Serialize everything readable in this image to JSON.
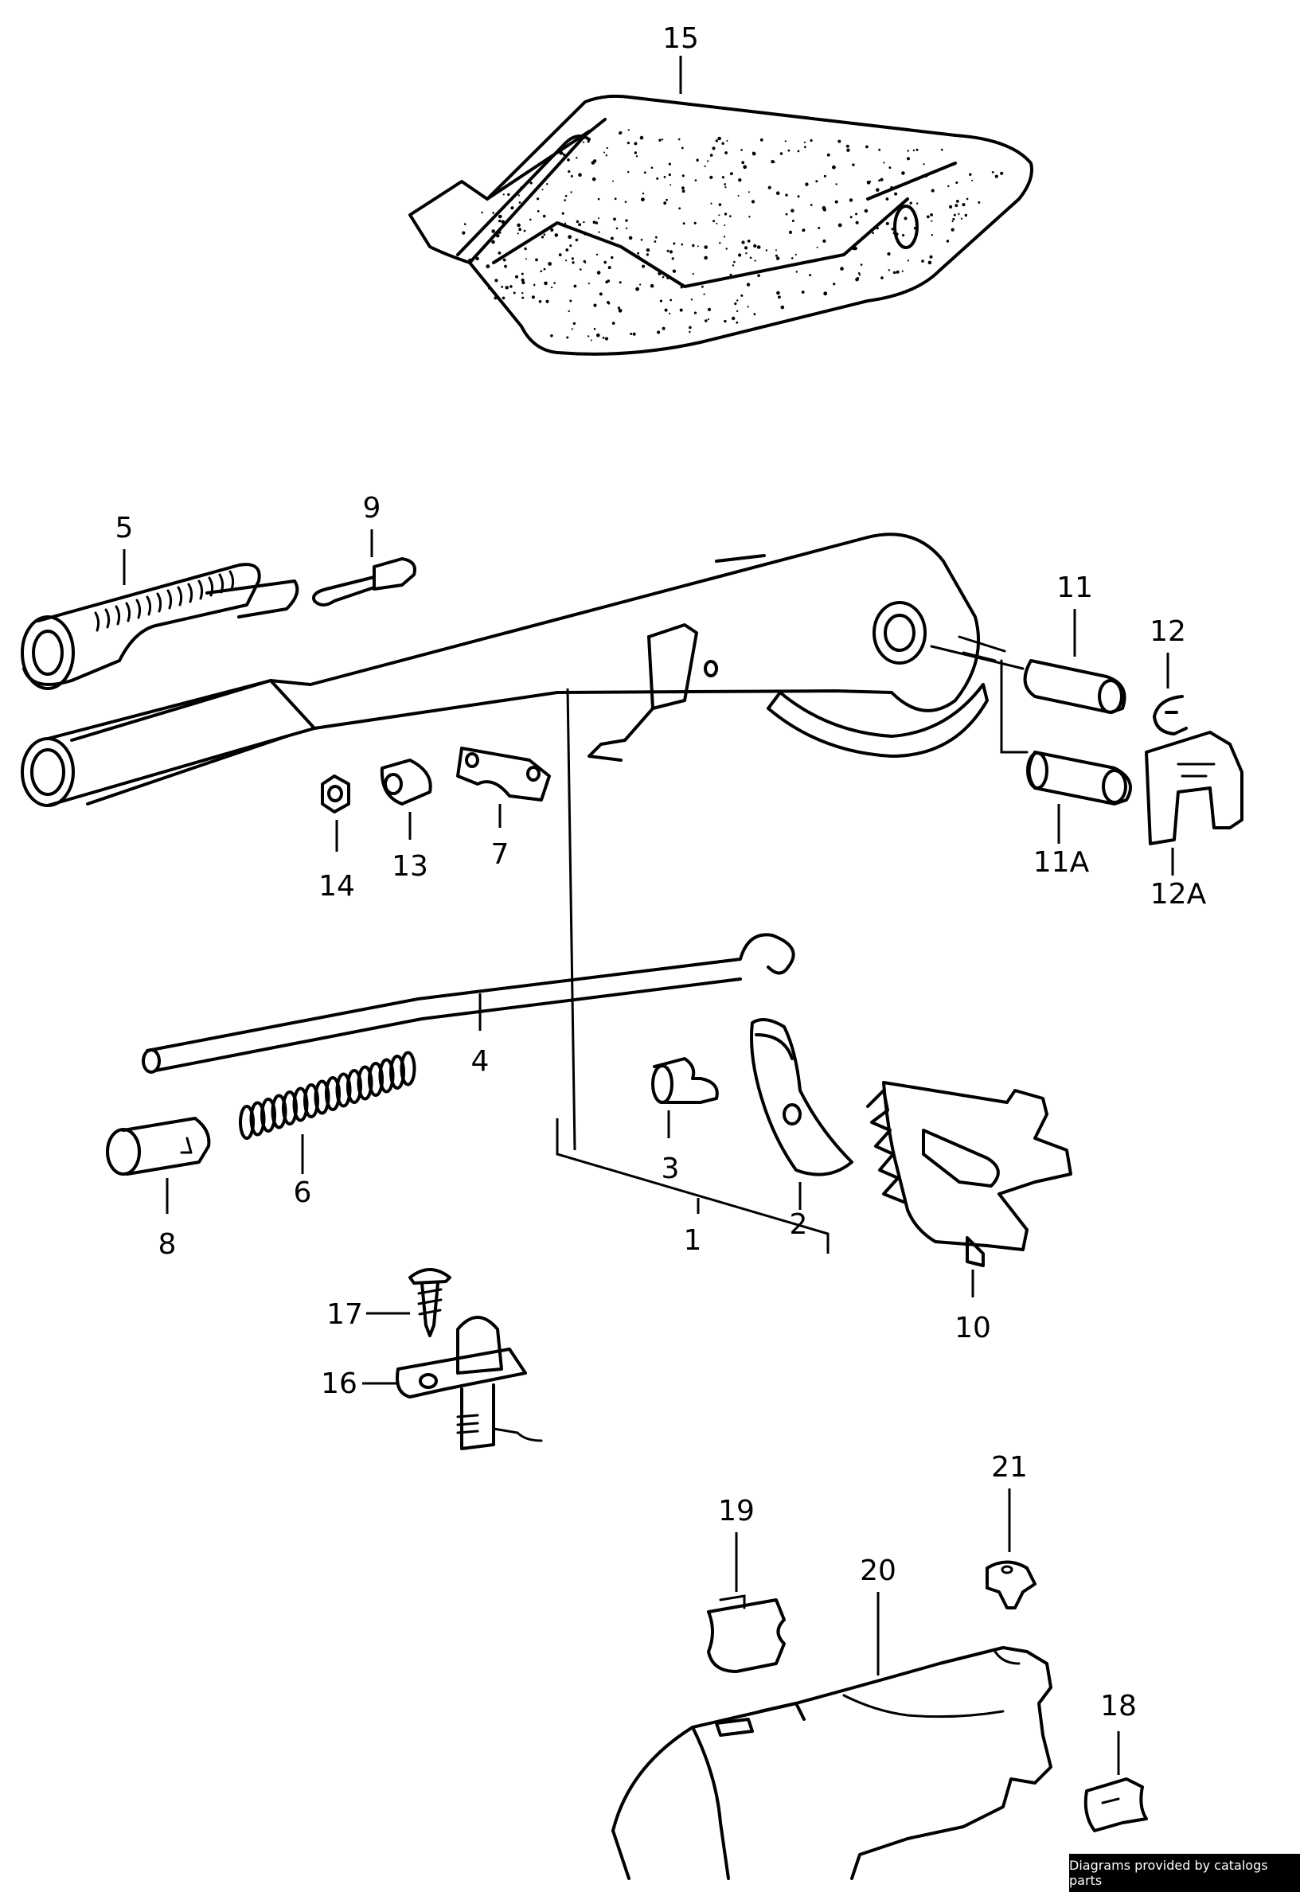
{
  "diagram": {
    "labels": {
      "p1": "1",
      "p2": "2",
      "p3": "3",
      "p4": "4",
      "p5": "5",
      "p6": "6",
      "p7": "7",
      "p8": "8",
      "p9": "9",
      "p10": "10",
      "p11": "11",
      "p11a": "11A",
      "p12": "12",
      "p12a": "12A",
      "p13": "13",
      "p14": "14",
      "p15": "15",
      "p16": "16",
      "p17": "17",
      "p18": "18",
      "p19": "19",
      "p20": "20",
      "p21": "21"
    }
  },
  "credit": "Diagrams provided by catalogs parts"
}
